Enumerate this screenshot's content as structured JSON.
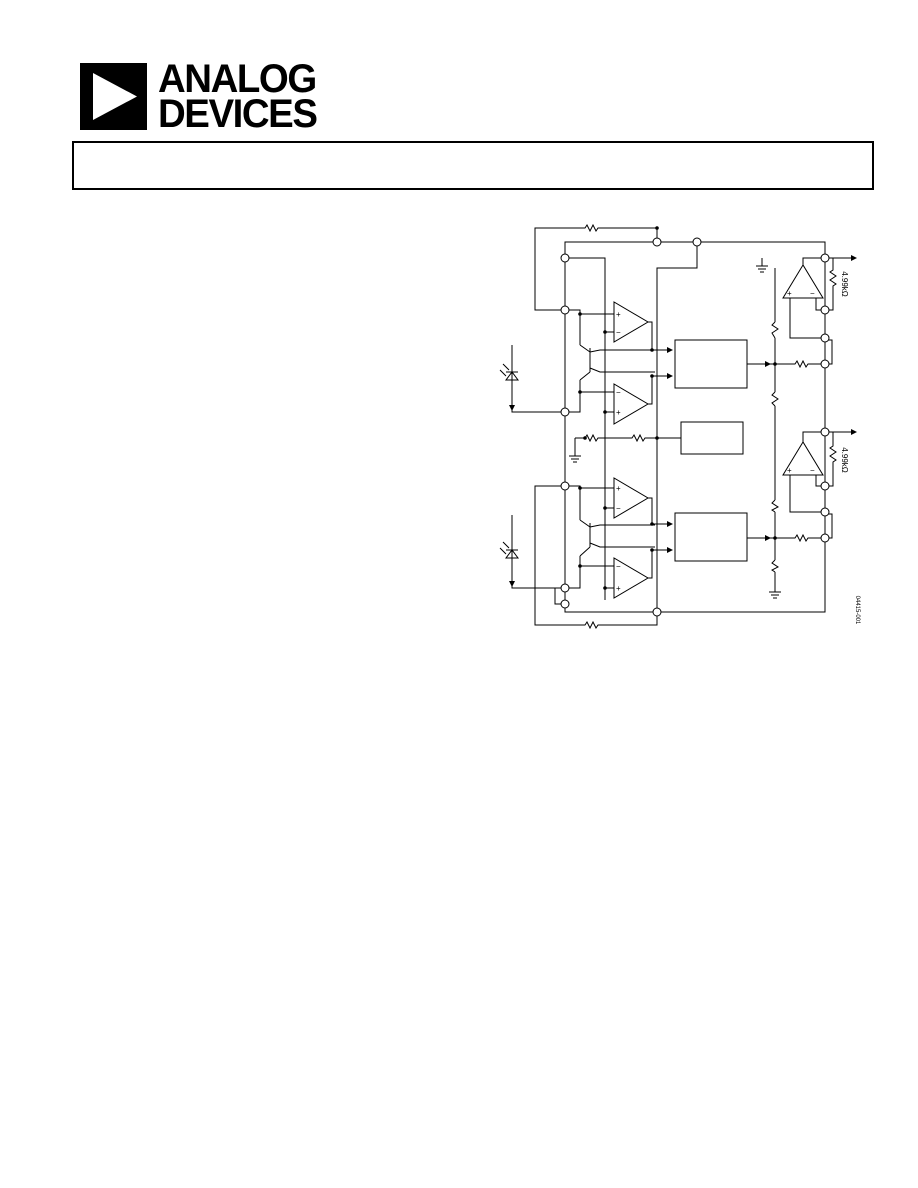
{
  "header": {
    "brand_line1": "ANALOG",
    "brand_line2": "DEVICES",
    "logo_icon": "analog-devices-triangle-logo"
  },
  "title_box": {
    "text": ""
  },
  "diagram": {
    "resistor_label_1": "4.99kΩ",
    "resistor_label_2": "4.99kΩ",
    "figure_code": "04415-001"
  }
}
